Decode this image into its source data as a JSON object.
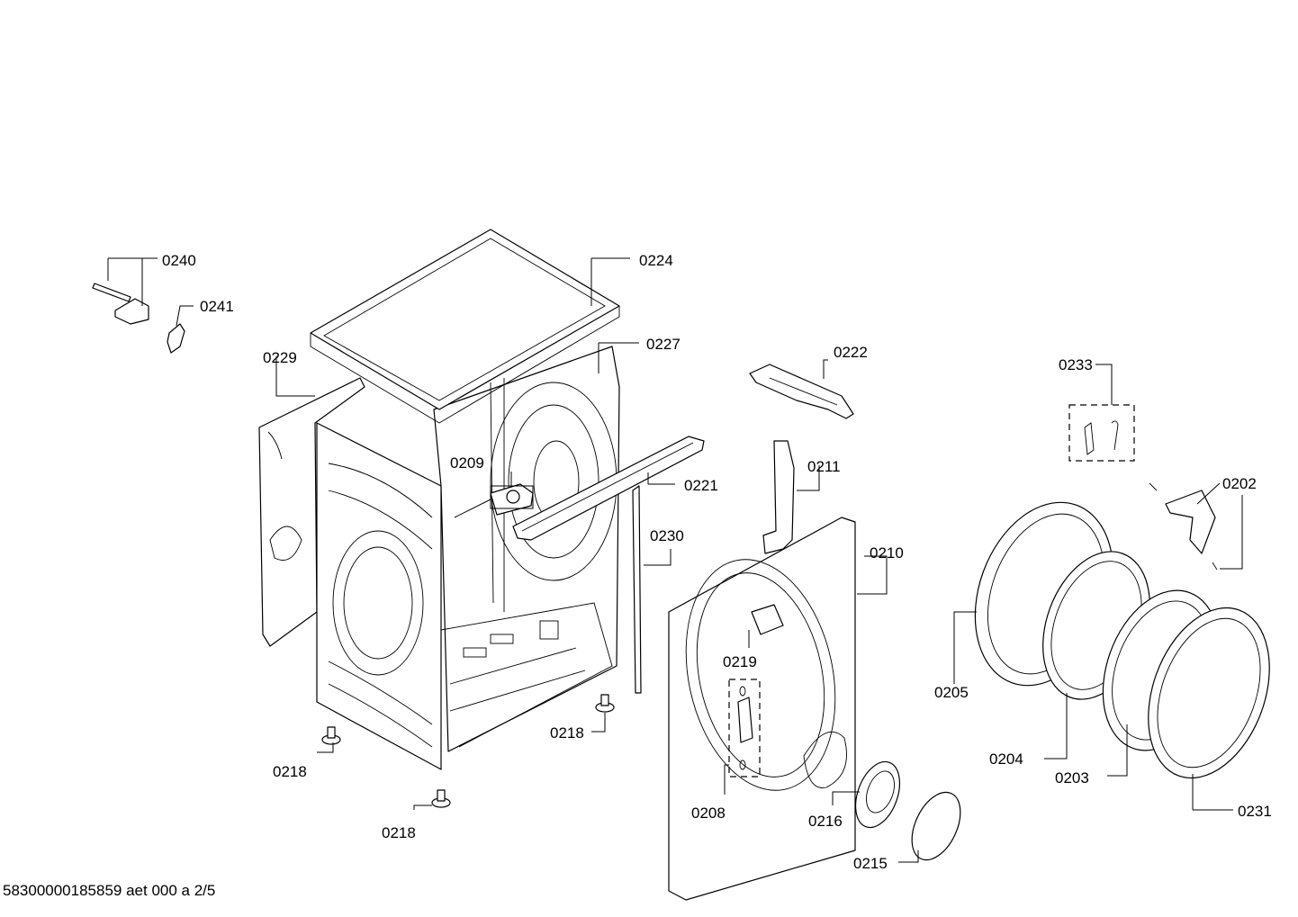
{
  "diagram": {
    "parts": [
      {
        "id": "0240"
      },
      {
        "id": "0241"
      },
      {
        "id": "0224"
      },
      {
        "id": "0229"
      },
      {
        "id": "0227"
      },
      {
        "id": "0222"
      },
      {
        "id": "0233"
      },
      {
        "id": "0209"
      },
      {
        "id": "0221"
      },
      {
        "id": "0211"
      },
      {
        "id": "0202"
      },
      {
        "id": "0230"
      },
      {
        "id": "0210"
      },
      {
        "id": "0219"
      },
      {
        "id": "0205"
      },
      {
        "id": "0218a",
        "label": "0218"
      },
      {
        "id": "0218b",
        "label": "0218"
      },
      {
        "id": "0218c",
        "label": "0218"
      },
      {
        "id": "0208"
      },
      {
        "id": "0216"
      },
      {
        "id": "0204"
      },
      {
        "id": "0203"
      },
      {
        "id": "0231"
      },
      {
        "id": "0215"
      }
    ],
    "labels": {
      "p0240": "0240",
      "p0241": "0241",
      "p0224": "0224",
      "p0229": "0229",
      "p0227": "0227",
      "p0222": "0222",
      "p0233": "0233",
      "p0209": "0209",
      "p0221": "0221",
      "p0211": "0211",
      "p0202": "0202",
      "p0230": "0230",
      "p0210": "0210",
      "p0219": "0219",
      "p0205": "0205",
      "p0218a": "0218",
      "p0218b": "0218",
      "p0218c": "0218",
      "p0208": "0208",
      "p0216": "0216",
      "p0204": "0204",
      "p0203": "0203",
      "p0231": "0231",
      "p0215": "0215"
    }
  },
  "footer": {
    "document_code": "58300000185859 aet 000 a 2/5"
  }
}
